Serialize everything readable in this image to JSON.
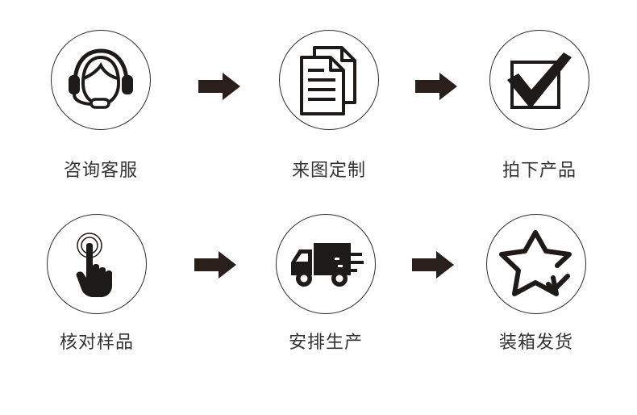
{
  "steps": [
    {
      "label": "咨询客服",
      "icon": "headset-agent-icon"
    },
    {
      "label": "来图定制",
      "icon": "documents-icon"
    },
    {
      "label": "拍下产品",
      "icon": "checkbox-check-icon"
    },
    {
      "label": "核对样品",
      "icon": "hand-tap-icon"
    },
    {
      "label": "安排生产",
      "icon": "delivery-truck-icon"
    },
    {
      "label": "装箱发货",
      "icon": "star-check-icon"
    }
  ],
  "colors": {
    "icon": "#1e1a17",
    "arrow": "#2a1f1a",
    "circle": "#2b2b2b",
    "text": "#333333"
  }
}
